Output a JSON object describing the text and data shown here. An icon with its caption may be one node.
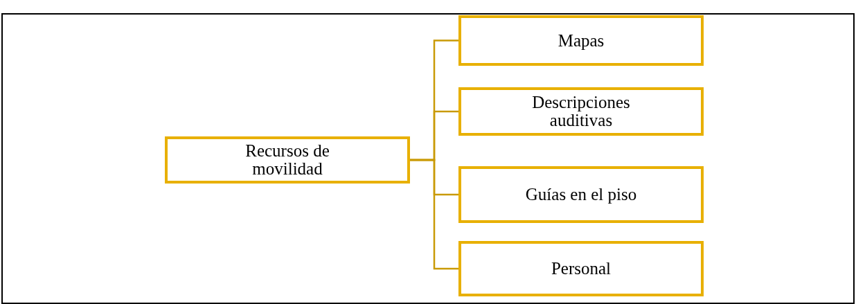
{
  "diagram": {
    "nodes": [
      {
        "text": [
          "Recursos de movilidad"
        ]
      },
      {
        "text": [
          "Mapas"
        ]
      },
      {
        "text": [
          "Descripciones auditivas"
        ]
      },
      {
        "text": [
          "Guías en el piso"
        ]
      },
      {
        "text": [
          "Personal"
        ]
      }
    ],
    "edges": [
      {
        "from": 0,
        "to": 1,
        "arrow": "none"
      },
      {
        "from": 0,
        "to": 2,
        "arrow": "none"
      },
      {
        "from": 0,
        "to": 3,
        "arrow": "none"
      },
      {
        "from": 0,
        "to": 4,
        "arrow": "none"
      }
    ]
  }
}
